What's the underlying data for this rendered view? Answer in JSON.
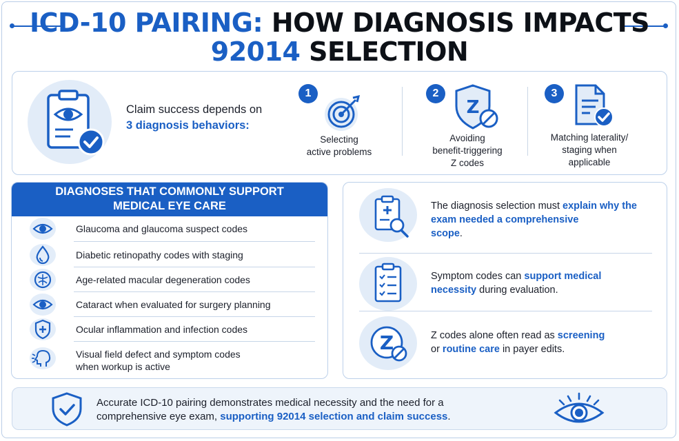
{
  "title": {
    "part1_blue": "ICD-10 PAIRING:",
    "part1_black": " HOW DIAGNOSIS IMPACTS",
    "part2_blue": "92014",
    "part2_black": " SELECTION"
  },
  "intro": {
    "line1": "Claim success depends on",
    "line2": "3 diagnosis behaviors:"
  },
  "behaviors": [
    {
      "number": "1",
      "line1": "Selecting",
      "line2": "active problems",
      "line3": "",
      "icon": "target-icon"
    },
    {
      "number": "2",
      "line1": "Avoiding",
      "line2": "benefit-triggering",
      "line3": "Z codes",
      "icon": "z-shield-icon"
    },
    {
      "number": "3",
      "line1": "Matching laterality/",
      "line2": "staging when",
      "line3": "applicable",
      "icon": "document-check-icon"
    }
  ],
  "diagnoses": {
    "header_line1": "DIAGNOSES THAT COMMONLY SUPPORT",
    "header_line2": "MEDICAL EYE CARE",
    "items": [
      {
        "line1": "Glaucoma and glaucoma suspect codes",
        "line2": "",
        "icon": "eye-icon"
      },
      {
        "line1": "Diabetic retinopathy codes with staging",
        "line2": "",
        "icon": "drop-icon"
      },
      {
        "line1": "Age-related macular degeneration codes",
        "line2": "",
        "icon": "retina-icon"
      },
      {
        "line1": "Cataract when evaluated for surgery planning",
        "line2": "",
        "icon": "eye-icon"
      },
      {
        "line1": "Ocular inflammation and infection codes",
        "line2": "",
        "icon": "shield-cross-icon"
      },
      {
        "line1": "Visual field defect and symptom codes",
        "line2": "when workup is active",
        "icon": "head-vision-icon"
      }
    ]
  },
  "points": [
    {
      "pre": "The diagnosis selection must ",
      "hl": "explain why the exam needed a comprehensive",
      "hl2": "scope",
      "post": ".",
      "icon": "clipboard-magnifier-icon"
    },
    {
      "pre": "Symptom codes can ",
      "hl": "support medical necessity",
      "post": " during evaluation.",
      "icon": "checklist-icon"
    },
    {
      "pre": "Z codes alone often read as ",
      "hl": "screening",
      "mid": " or ",
      "hl2": "routine care",
      "post": " in payer edits.",
      "icon": "z-no-icon"
    }
  ],
  "footer": {
    "pre": "Accurate ICD-10 pairing demonstrates medical necessity and the need for a comprehensive eye exam, ",
    "hl": "supporting 92014 selection and claim success",
    "post": ".",
    "left_icon": "shield-check-icon",
    "right_icon": "eye-icon"
  },
  "colors": {
    "accent": "#1a5fc4",
    "light": "#e2ecf8",
    "text": "#1b1f2a"
  }
}
